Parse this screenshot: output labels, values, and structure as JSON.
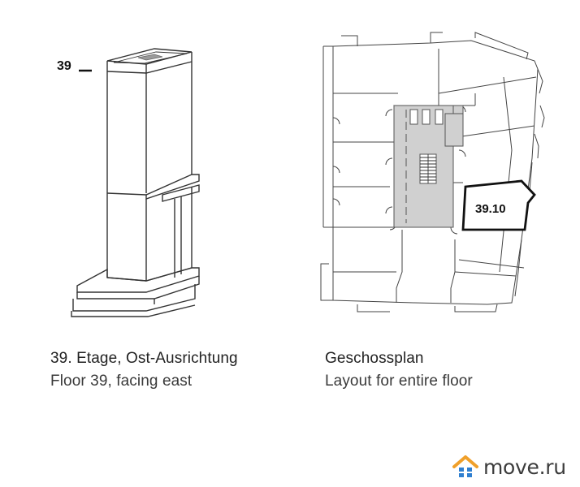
{
  "tower": {
    "floor_marker": "39"
  },
  "plan": {
    "unit_label": "39.10"
  },
  "captions": {
    "left_de": "39. Etage, Ost-Ausrichtung",
    "left_en": "Floor 39, facing east",
    "right_de": "Geschossplan",
    "right_en": "Layout for entire floor"
  },
  "brand": {
    "name": "move.ru",
    "accent_orange": "#f0a02a",
    "accent_blue": "#2f7fd0"
  }
}
